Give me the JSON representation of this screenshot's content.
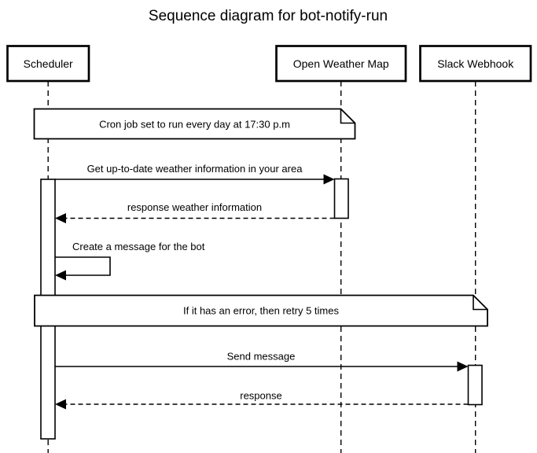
{
  "title": "Sequence diagram for bot-notify-run",
  "actors": [
    {
      "label": "Scheduler"
    },
    {
      "label": "Open Weather Map"
    },
    {
      "label": "Slack Webhook"
    }
  ],
  "notes": [
    {
      "text": "Cron job set to run every day at 17:30 p.m",
      "spans": "Scheduler to Open Weather Map"
    },
    {
      "text": "If it has an error, then retry 5 times",
      "spans": "Scheduler to Slack Webhook"
    }
  ],
  "messages": [
    {
      "text": "Get up-to-date weather information in your area",
      "from": "Scheduler",
      "to": "Open Weather Map",
      "line": "solid"
    },
    {
      "text": "response weather information",
      "from": "Open Weather Map",
      "to": "Scheduler",
      "line": "dashed"
    },
    {
      "text": "Create a message for the bot",
      "from": "Scheduler",
      "to": "Scheduler",
      "line": "self"
    },
    {
      "text": "Send message",
      "from": "Scheduler",
      "to": "Slack Webhook",
      "line": "solid"
    },
    {
      "text": "response",
      "from": "Slack Webhook",
      "to": "Scheduler",
      "line": "dashed"
    }
  ],
  "colors": {
    "stroke": "#000000",
    "fill": "#ffffff",
    "background": "#ffffff"
  }
}
